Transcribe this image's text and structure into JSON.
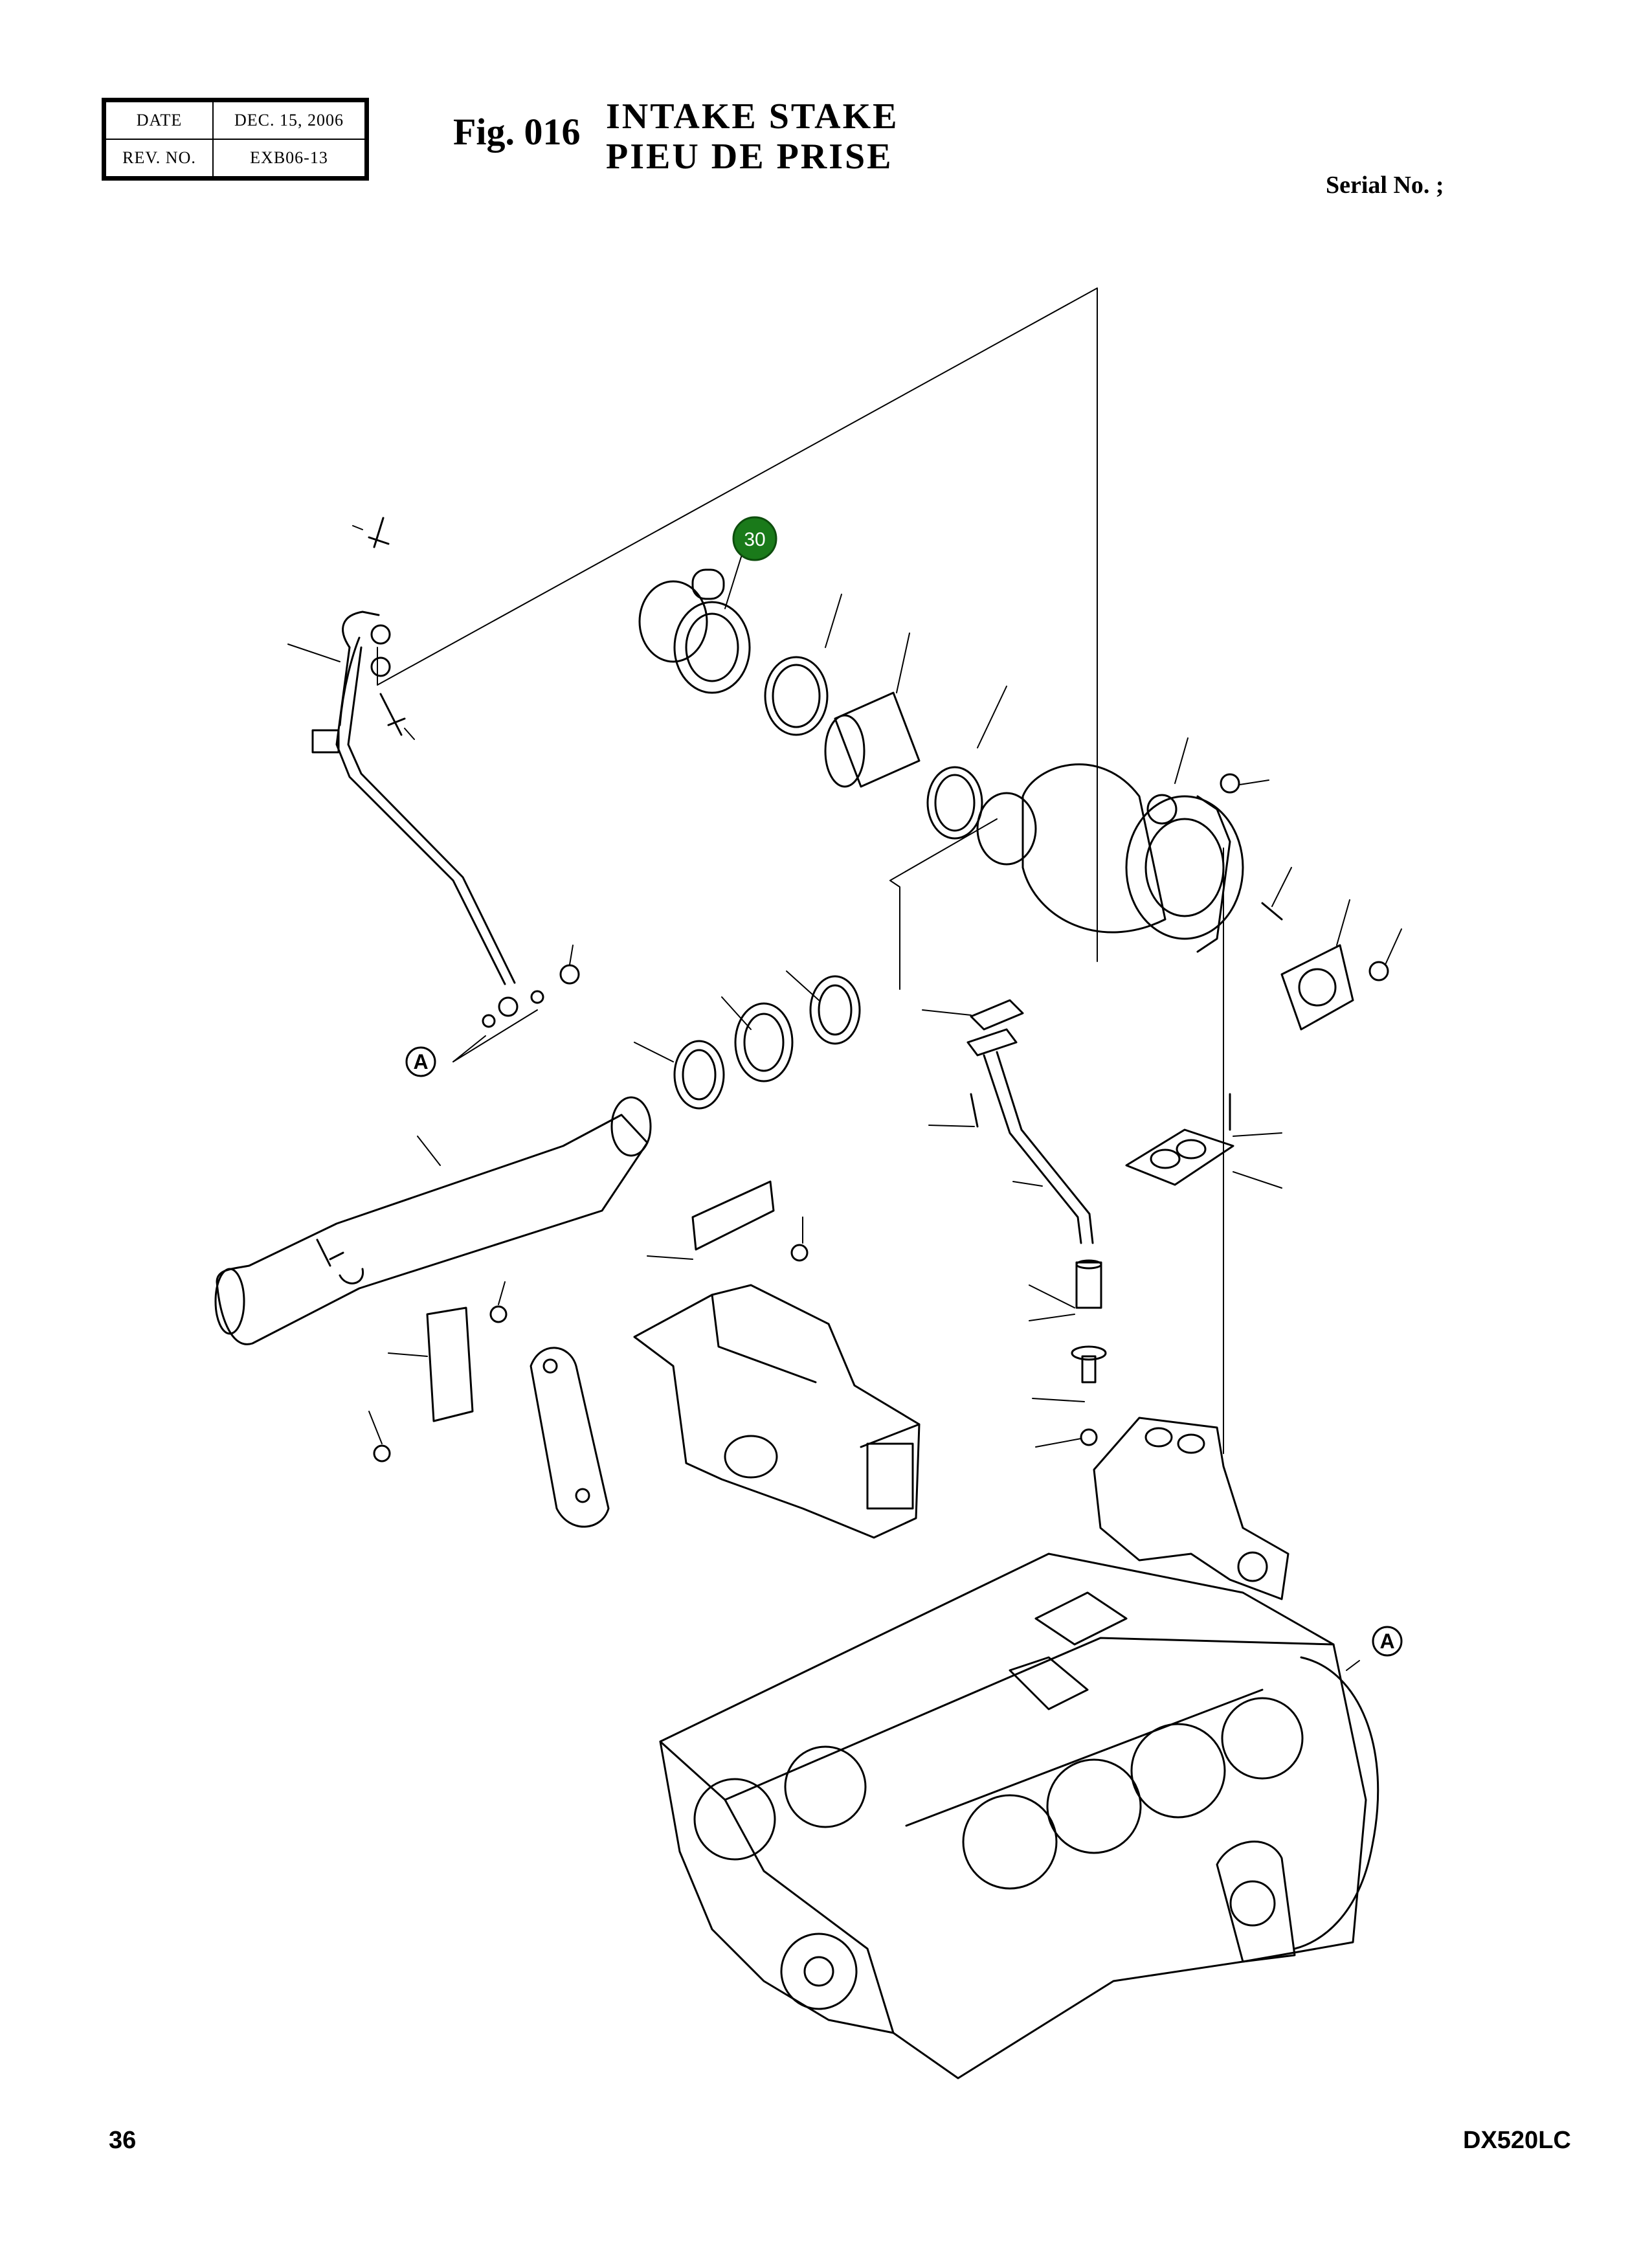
{
  "revision_box": {
    "date_label": "DATE",
    "date_value": "DEC. 15, 2006",
    "rev_label": "REV. NO.",
    "rev_value": "EXB06-13"
  },
  "figure": {
    "label": "Fig. 016",
    "title_en": "INTAKE STAKE",
    "title_fr": "PIEU DE PRISE"
  },
  "serial": "Serial No. ;",
  "callout": {
    "number": "30",
    "color": "#1a7a1a"
  },
  "reference_markers": [
    "A",
    "A"
  ],
  "footer": {
    "page_number": "36",
    "model": "DX520LC"
  }
}
